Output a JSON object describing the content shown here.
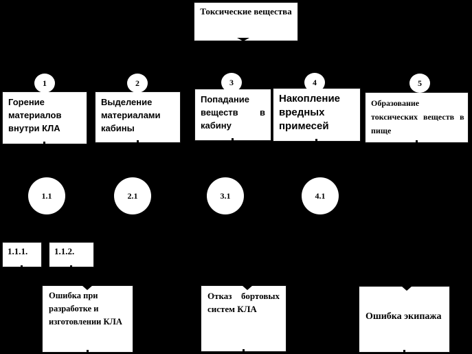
{
  "colors": {
    "background": "#000000",
    "box_fill": "#ffffff",
    "text": "#000000"
  },
  "root": {
    "label": "Токсические вещества"
  },
  "level1": {
    "circles": {
      "c1": "1",
      "c2": "2",
      "c3": "3",
      "c4": "4",
      "c5": "5"
    },
    "boxes": {
      "b1": {
        "lines": [
          "Горение",
          "материалов",
          "внутри КЛА"
        ]
      },
      "b2": {
        "lines": [
          "Выделение",
          "материалами",
          "кабины"
        ]
      },
      "b3": {
        "line1": "Попадание",
        "line2_left": "веществ",
        "line2_right": "в",
        "line3": "кабину"
      },
      "b4": {
        "lines": [
          "Накопление",
          "вредных",
          "примесей"
        ]
      },
      "b5": {
        "lines": [
          "Образование",
          "токсических веществ в",
          "пище"
        ]
      }
    }
  },
  "level2": {
    "circles": {
      "c11": "1.1",
      "c21": "2.1",
      "c31": "3.1",
      "c41": "4.1"
    }
  },
  "level3": {
    "boxes": {
      "b111": "1.1.1.",
      "b112": "1.1.2."
    }
  },
  "bottom": {
    "left": {
      "lines": [
        "Ошибка при",
        "разработке и",
        "изготовлении КЛА"
      ]
    },
    "middle": {
      "line1_left": "Отказ",
      "line1_right": "бортовых",
      "line2": "систем КЛА"
    },
    "right": {
      "label": "Ошибка экипажа"
    }
  }
}
